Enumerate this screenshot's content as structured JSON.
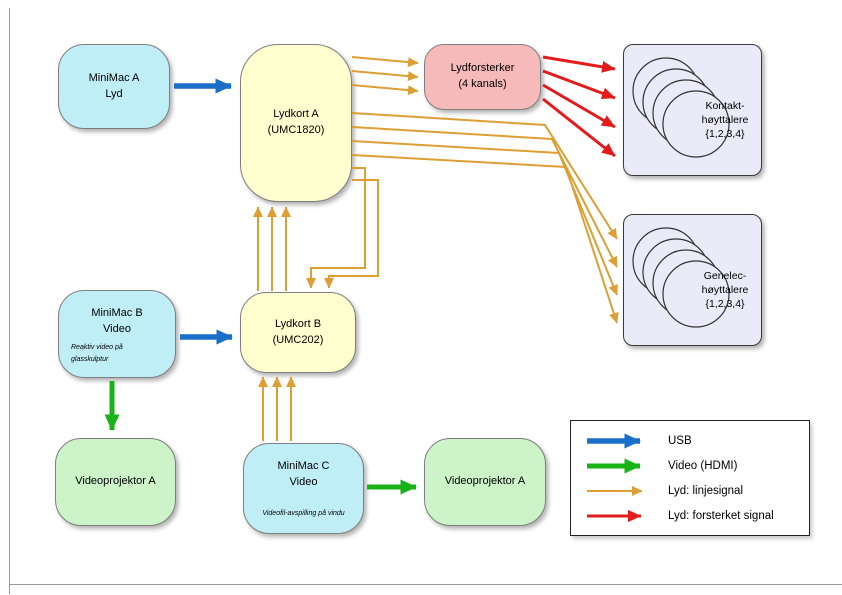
{
  "nodes": {
    "minimac_a": {
      "title": "MiniMac A",
      "subtitle": "Lyd"
    },
    "lydkort_a": {
      "title": "Lydkort A",
      "subtitle": "(UMC1820)"
    },
    "lydforsterker": {
      "title": "Lydforsterker",
      "subtitle": "(4 kanals)"
    },
    "kontakt_hoyttalere": {
      "line1": "Kontakt-",
      "line2": "høyttalere",
      "line3": "{1,2,3,4}"
    },
    "genelec_hoyttalere": {
      "line1": "Genelec-",
      "line2": "høyttalere",
      "line3": "{1,2,3,4}"
    },
    "minimac_b": {
      "title": "MiniMac B",
      "subtitle": "Video",
      "note1": "Reaktiv video på",
      "note2": "glasskulptur"
    },
    "lydkort_b": {
      "title": "Lydkort B",
      "subtitle": "(UMC202)"
    },
    "videoprojektor_a_left": {
      "title": "Videoprojektor A"
    },
    "minimac_c": {
      "title": "MiniMac C",
      "subtitle": "Video",
      "note1": "Videofil-avspilling på vindu"
    },
    "videoprojektor_a_right": {
      "title": "Videoprojektor A"
    }
  },
  "legend": {
    "items": [
      {
        "label": "USB",
        "type": "usb"
      },
      {
        "label": "Video (HDMI)",
        "type": "video"
      },
      {
        "label": "Lyd: linjesignal",
        "type": "line"
      },
      {
        "label": "Lyd: forsterket signal",
        "type": "amp"
      }
    ]
  },
  "colors": {
    "usb": "#1a6fc9",
    "video": "#19b219",
    "line": "#dd9f33",
    "amp": "#e31b1b",
    "node-cyan": "#bfeef7",
    "node-yellow": "#ffffcf",
    "node-pink": "#f6baba",
    "node-green": "#cdf3c9",
    "node-lavender": "#eaeaf8"
  }
}
